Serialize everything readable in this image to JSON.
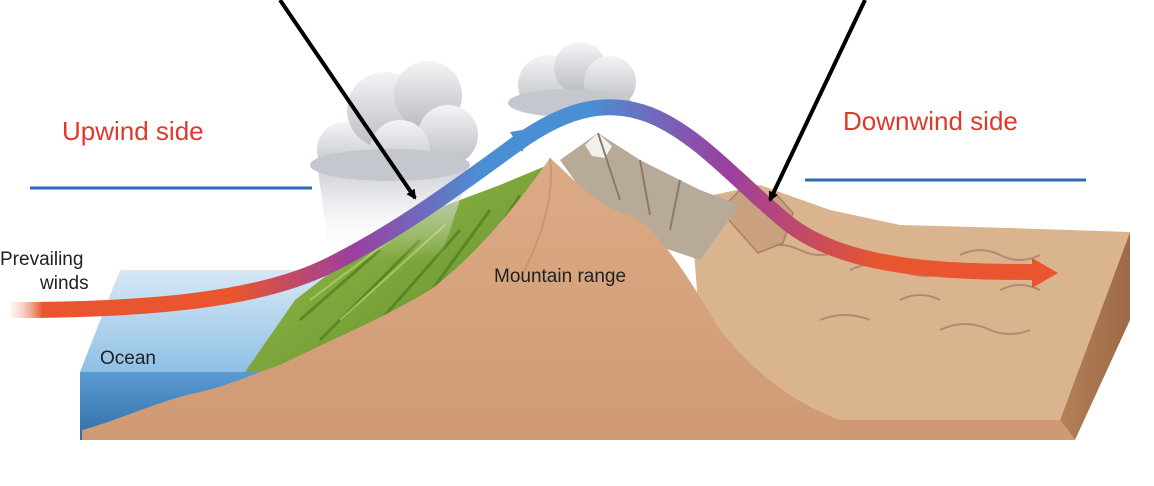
{
  "labels": {
    "upwind": "Upwind side",
    "downwind": "Downwind side",
    "prevailing_line1": "Prevailing",
    "prevailing_line2": "winds",
    "ocean": "Ocean",
    "mountain": "Mountain range"
  },
  "colors": {
    "annotation_red": "#e0392b",
    "divider_blue": "#2e6db4",
    "wind_cold": "#4a8fd4",
    "wind_mid": "#9b3fa0",
    "wind_warm": "#e8552e",
    "land": "#d8a47e",
    "ocean": "#6aa7d6",
    "vegetation": "#7ea83a"
  },
  "icons": [
    "cloud-icon",
    "arrow-icon"
  ]
}
